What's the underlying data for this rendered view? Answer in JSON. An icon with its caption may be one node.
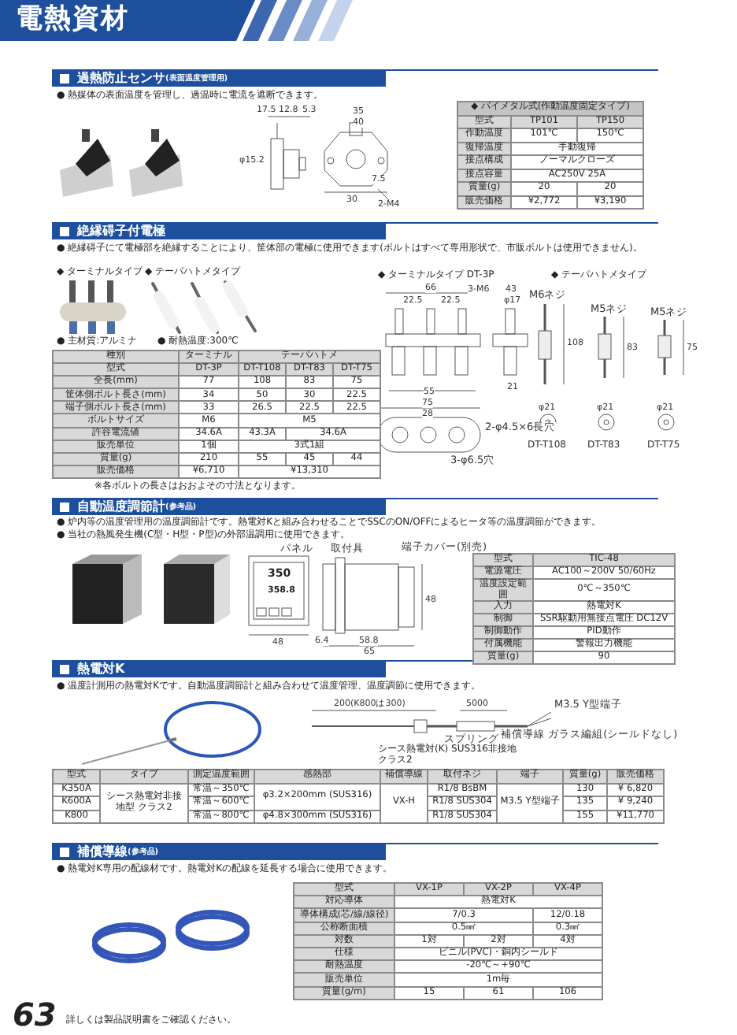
{
  "diagram": {
    "title": "電熱資材",
    "nodes": [
      {
        "text": [
          "過熱防止センサ",
          "(表面温度管理用)"
        ]
      },
      {
        "text": [
          "絶縁碍子付電極"
        ]
      },
      {
        "text": [
          "自動温度調節計",
          "(参考品)"
        ]
      },
      {
        "text": [
          "熱電対K"
        ]
      },
      {
        "text": [
          "補償導線",
          "(参考品)"
        ]
      }
    ],
    "labels": [
      "● 熱媒体の表面温度を管理し、過温時に電流を遮断できます。",
      "17.5",
      "12.8",
      "5.3",
      "35",
      "40",
      "φ15.2",
      "7.5",
      "30",
      "2-M4",
      "◆ バイメタル式(作動温度固定タイプ)",
      "型式",
      "TP101",
      "TP150",
      "作動温度",
      "101℃",
      "150℃",
      "復帰温度",
      "手動復帰",
      "接点構成",
      "ノーマルクローズ",
      "接点容量",
      "AC250V 25A",
      "質量(g)",
      "20",
      "20",
      "販売価格",
      "¥2,772",
      "¥3,190",
      "● 絶縁碍子にて電極部を絶縁することにより、筐体部の電極に使用できます(ボルトはすべて専用形状で、市販ボルトは使用できません)。",
      "◆ ターミナルタイプ",
      "◆ テーパハトメタイプ",
      "◆ ターミナルタイプ DT-3P",
      "◆ テーパハトメタイプ",
      "● 主材質:アルミナ",
      "● 耐熱温度:300℃",
      "種別",
      "ターミナル",
      "テーパハトメ",
      "型式",
      "DT-3P",
      "DT-T108",
      "DT-T83",
      "DT-T75",
      "全長(mm)",
      "77",
      "108",
      "83",
      "75",
      "筐体側ボルト長さ(mm)",
      "34",
      "50",
      "30",
      "22.5",
      "端子側ボルト長さ(mm)",
      "33",
      "26.5",
      "22.5",
      "22.5",
      "ボルトサイズ",
      "M6",
      "M5",
      "許容電流値",
      "34.6A",
      "43.3A",
      "34.6A",
      "販売単位",
      "1個",
      "3式1組",
      "質量(g)",
      "210",
      "55",
      "45",
      "44",
      "販売価格",
      "¥6,710",
      "¥13,310",
      "※各ボルトの長さはおおよその寸法となります。",
      "66",
      "22.5",
      "22.5",
      "3-M6",
      "43",
      "φ17",
      "55",
      "21",
      "75",
      "28",
      "2-φ4.5×6長穴",
      "3-φ6.5穴",
      "M6ネジ",
      "M5ネジ",
      "M5ネジ",
      "108",
      "83",
      "75",
      "φ21",
      "φ21",
      "φ21",
      "DT-T108",
      "DT-T83",
      "DT-T75",
      "● 炉内等の温度管理用の温度調節計です。熱電対Kと組み合わせることでSSCのON/OFFによるヒータ等の温度調節ができます。",
      "● 当社の熱風発生機(C型・H型・P型)の外部温調用に使用できます。",
      "パネル",
      "取付具",
      "端子カバー(別売)",
      "350",
      "358.8",
      "48",
      "6.4",
      "58.8",
      "65",
      "48",
      "型式",
      "TIC-48",
      "電源電圧",
      "AC100～200V 50/60Hz",
      "温度設定範囲",
      "0℃～350℃",
      "入力",
      "熱電対K",
      "制御",
      "SSR駆動用無接点電圧 DC12V",
      "制御動作",
      "PID動作",
      "付属機能",
      "警報出力機能",
      "質量(g)",
      "90",
      "● 温度計測用の熱電対Kです。自動温度調節計と組み合わせて温度管理、温度調節に使用できます。",
      "200(K800は300)",
      "5000",
      "M3.5 Y型端子",
      "スプリング",
      "補償導線 ガラス編組(シールドなし)",
      "シース熱電対(K) SUS316非接地クラス2",
      "型式",
      "タイプ",
      "測定温度範囲",
      "感熱部",
      "補償導線",
      "取付ネジ",
      "端子",
      "質量(g)",
      "販売価格",
      "K350A",
      "シース熱電対非接地型 クラス2",
      "常温～350℃",
      "φ3.2×200mm (SUS316)",
      "VX-H",
      "R1/8 BsBM",
      "M3.5 Y型端子",
      "130",
      "¥ 6,820",
      "K600A",
      "常温～600℃",
      "R1/8 SUS304",
      "135",
      "¥ 9,240",
      "K800",
      "常温～800℃",
      "φ4.8×300mm (SUS316)",
      "R1/8 SUS304",
      "155",
      "¥11,770",
      "● 熱電対K専用の配線材です。熱電対Kの配線を延長する場合に使用できます。",
      "型式",
      "VX-1P",
      "VX-2P",
      "VX-4P",
      "対応導体",
      "熱電対K",
      "導体構成(芯/線/線径)",
      "7/0.3",
      "12/0.18",
      "公称断面積",
      "0.5㎟",
      "0.3㎟",
      "対数",
      "1対",
      "2対",
      "4対",
      "仕様",
      "ビニル(PVC)・銅内シールド",
      "耐熱温度",
      "-20℃～+90℃",
      "販売単位",
      "1m毎",
      "質量(g/m)",
      "15",
      "61",
      "106",
      "63",
      "詳しくは製品説明書をご確認ください。"
    ]
  }
}
